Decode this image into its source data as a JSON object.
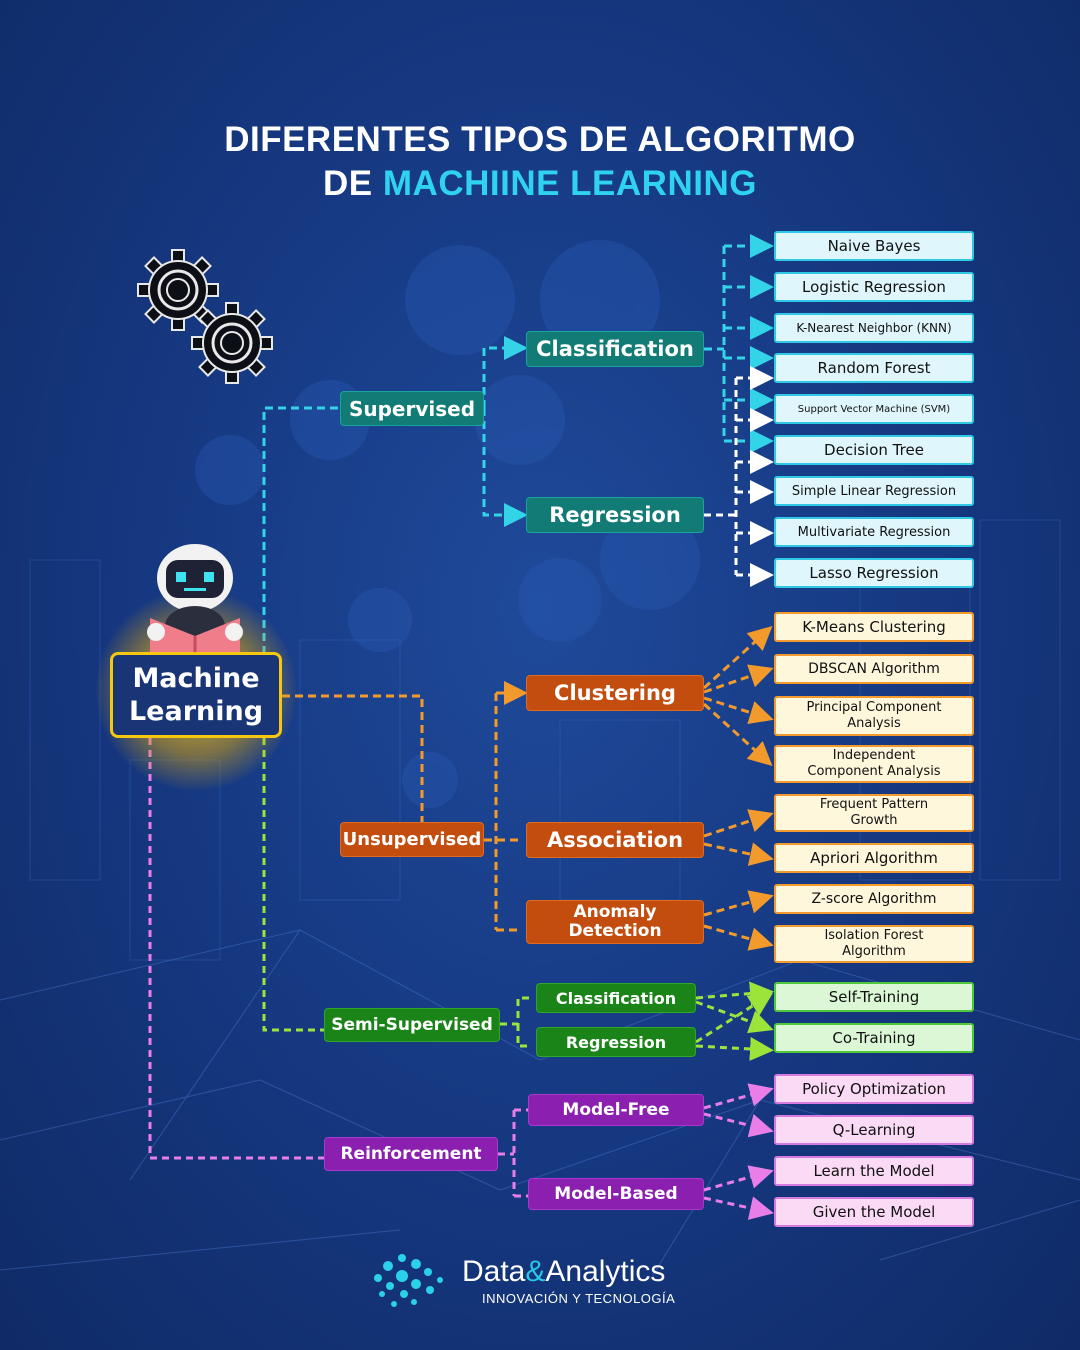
{
  "title": {
    "line1": "DIFERENTES TIPOS DE ALGORITMO",
    "line2_prefix": "DE ",
    "line2_accent": "MACHIINE LEARNING"
  },
  "root": "Machine Learning",
  "categories": {
    "supervised": "Supervised",
    "unsupervised": "Unsupervised",
    "semi_supervised": "Semi-Supervised",
    "reinforcement": "Reinforcement"
  },
  "subcategories": {
    "sup_classification": "Classification",
    "sup_regression": "Regression",
    "clustering": "Clustering",
    "association": "Association",
    "anomaly": "Anomaly Detection",
    "semi_classification": "Classification",
    "semi_regression": "Regression",
    "model_free": "Model-Free",
    "model_based": "Model-Based"
  },
  "leaves": {
    "naive_bayes": "Naive Bayes",
    "logistic_regression": "Logistic Regression",
    "knn": "K-Nearest Neighbor (KNN)",
    "random_forest": "Random Forest",
    "svm": "Support Vector Machine (SVM)",
    "decision_tree": "Decision Tree",
    "simple_linear": "Simple Linear Regression",
    "multivariate": "Multivariate Regression",
    "lasso": "Lasso Regression",
    "kmeans": "K-Means Clustering",
    "dbscan": "DBSCAN Algorithm",
    "pca": "Principal Component Analysis",
    "ica": "Independent Component Analysis",
    "fp_growth": "Frequent Pattern Growth",
    "apriori": "Apriori Algorithm",
    "zscore": "Z-score Algorithm",
    "isolation_forest": "Isolation Forest Algorithm",
    "self_training": "Self-Training",
    "co_training": "Co-Training",
    "policy_optimization": "Policy Optimization",
    "q_learning": "Q-Learning",
    "learn_model": "Learn the Model",
    "given_model": "Given the Model"
  },
  "footer": {
    "brand_data": "Data",
    "brand_amp": "&",
    "brand_analytics": "Analytics",
    "tagline": "INNOVACIÓN Y TECNOLOGÍA"
  },
  "colors": {
    "background": "#173a84",
    "accent": "#2fd3f0",
    "supervised": "#127b76",
    "unsupervised": "#c24d0f",
    "semi_supervised": "#1b8418",
    "reinforcement": "#8a1fb0",
    "root_border": "#f5c80f"
  },
  "icons": [
    "gear-icon",
    "robot-icon",
    "brand-logo-icon"
  ]
}
